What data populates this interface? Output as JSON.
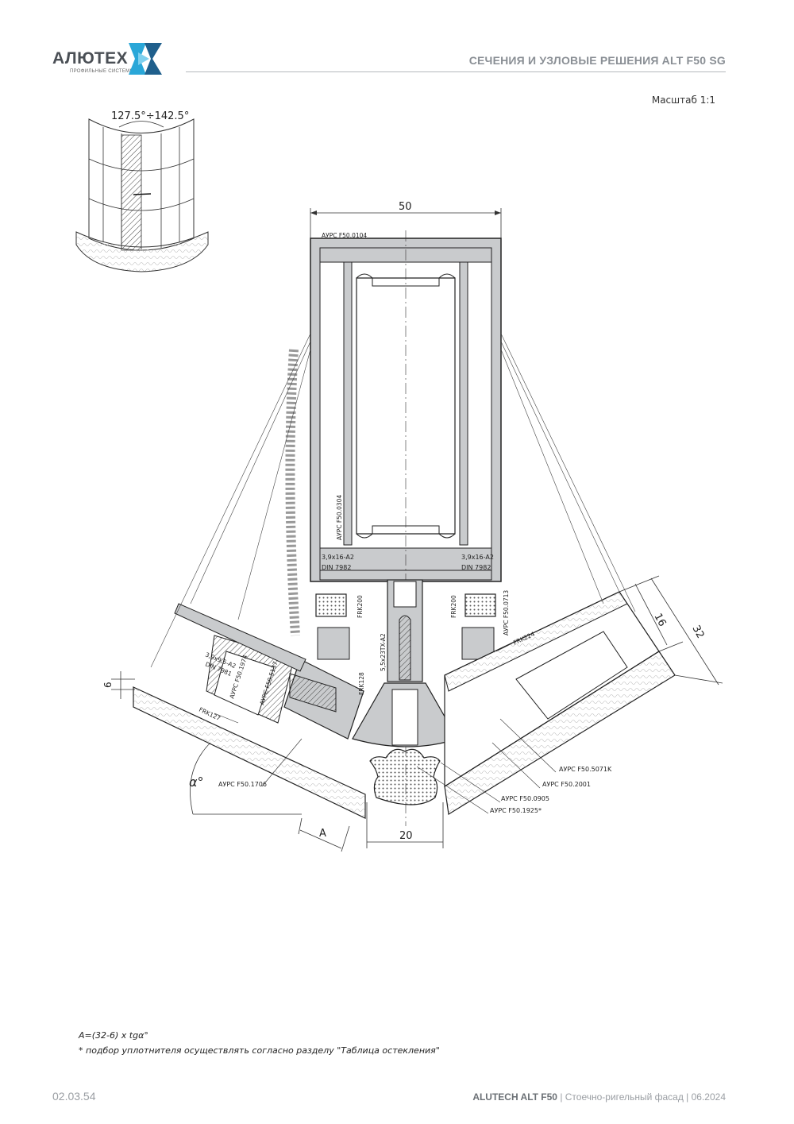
{
  "header": {
    "logo_text": "АЛЮТЕХ",
    "logo_sub": "ПРОФИЛЬНЫЕ СИСТЕМЫ",
    "title": "СЕЧЕНИЯ И УЗЛОВЫЕ РЕШЕНИЯ ALT F50 SG"
  },
  "scale_label": "Масштаб 1:1",
  "inset": {
    "angle_range": "127.5°÷142.5°"
  },
  "dimensions": {
    "width_top": "50",
    "width_bottom": "20",
    "glass_16": "16",
    "glass_32": "32",
    "offset_6": "6",
    "alpha": "α°",
    "a_label": "A"
  },
  "labels": {
    "profile_top": "АУРС F50.0104",
    "profile_side_left": "АУРС F50.0304",
    "profile_side_right": "АУРС F50.0713",
    "screw_left_1": "3,9x16-A2",
    "screw_left_2": "DIN 7982",
    "screw_right_1": "3,9x16-A2",
    "screw_right_2": "DIN 7982",
    "frk200_left": "FRK200",
    "frk200_right": "FRK200",
    "screw_center": "5,5x23TX-A2",
    "frk128": "FRK128",
    "frk224": "FRK224",
    "frk127": "FRK127",
    "screw_low_1": "3,9x9,5-A2",
    "screw_low_2": "DIN 7981",
    "part_1974": "АУРС F50.1974",
    "part_5137": "АУРС F50.5137",
    "part_1706": "АУРС F50.1706",
    "part_5071k": "АУРС F50.5071K",
    "part_2001": "АУРС F50.2001",
    "part_0905": "АУРС F50.0905",
    "part_1925": "АУРС F50.1925*"
  },
  "notes": {
    "formula": "A=(32-6) x tgα°",
    "remark": "* подбор уплотнителя осуществлять согласно разделу \"Таблица остекления\""
  },
  "footer": {
    "page_number": "02.03.54",
    "product": "ALUTECH ALT F50",
    "description": " | Стоечно-ригельный фасад | 06.2024"
  },
  "colors": {
    "brand_blue": "#2aa7d8",
    "brand_dark": "#1f5f8c",
    "header_gray": "#8a8f95",
    "profile_fill": "#c9cbcd"
  }
}
